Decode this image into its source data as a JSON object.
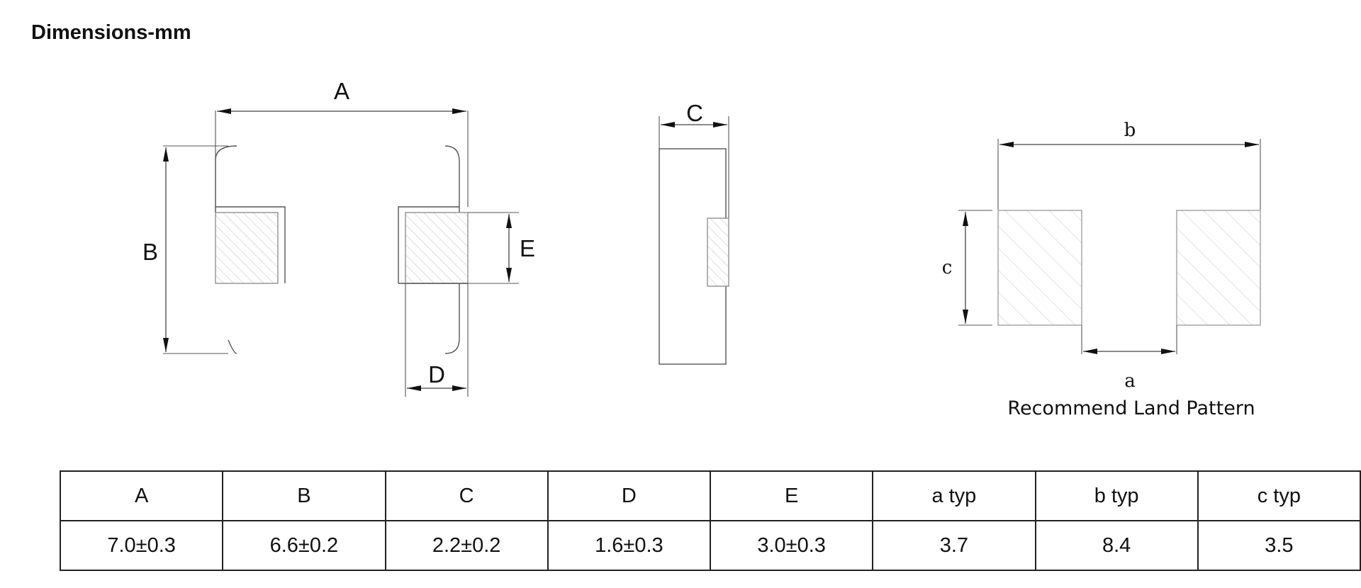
{
  "page": {
    "title": "Dimensions-mm"
  },
  "diagram": {
    "labels": {
      "A": "A",
      "B": "B",
      "C": "C",
      "D": "D",
      "E": "E",
      "a": "a",
      "b": "b",
      "c": "c",
      "land_caption": "Recommend Land Pattern"
    }
  },
  "table": {
    "headers": [
      "A",
      "B",
      "C",
      "D",
      "E",
      "a typ",
      "b typ",
      "c typ"
    ],
    "values": [
      "7.0±0.3",
      "6.6±0.2",
      "2.2±0.2",
      "1.6±0.3",
      "3.0±0.3",
      "3.7",
      "8.4",
      "3.5"
    ]
  }
}
